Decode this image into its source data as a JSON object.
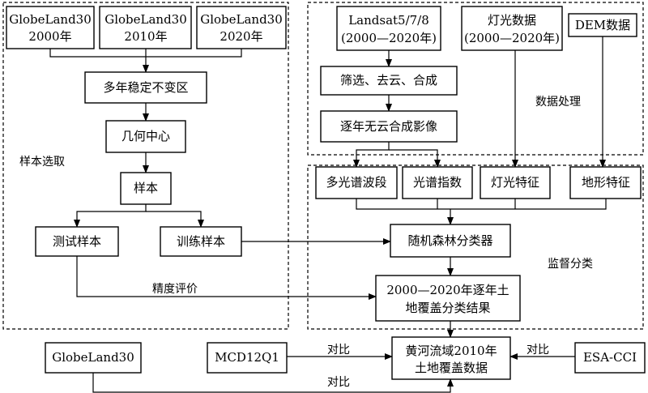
{
  "regions": {
    "sample_selection": "样本选取",
    "data_processing": "数据处理",
    "supervised_classification": "监督分类"
  },
  "nodes": {
    "gl2000": [
      "GlobeLand30",
      "2000年"
    ],
    "gl2010": [
      "GlobeLand30",
      "2010年"
    ],
    "gl2020": [
      "GlobeLand30",
      "2020年"
    ],
    "stable": "多年稳定不变区",
    "centroid": "几何中心",
    "sample": "样本",
    "test": "测试样本",
    "train": "训练样本",
    "landsat": [
      "Landsat5/7/8",
      "(2000—2020年)"
    ],
    "lights": [
      "灯光数据",
      "(2000—2020年)"
    ],
    "dem": "DEM数据",
    "filter": "筛选、去云、合成",
    "cloudfree": "逐年无云合成影像",
    "multispectral": "多光谱波段",
    "spectral_index": "光谱指数",
    "light_feature": "灯光特征",
    "terrain_feature": "地形特征",
    "rf": "随机森林分类器",
    "result": [
      "2000—2020年逐年土",
      "地覆盖分类结果"
    ],
    "yellow_river": [
      "黄河流域2010年",
      "土地覆盖数据"
    ],
    "globeland30": "GlobeLand30",
    "mcd12q1": "MCD12Q1",
    "esacci": "ESA-CCI"
  },
  "edge_labels": {
    "accuracy": "精度评价",
    "compare_mcd": "对比",
    "compare_esa": "对比",
    "compare_gl": "对比"
  }
}
